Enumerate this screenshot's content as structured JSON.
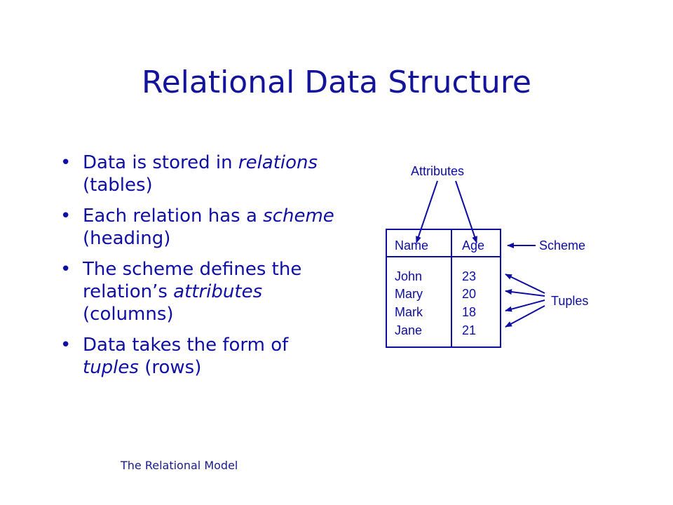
{
  "slide": {
    "title": "Relational Data Structure",
    "footer": "The Relational Model"
  },
  "bullets": [
    {
      "before": "Data is stored in ",
      "em": "relations",
      "after": " (tables)"
    },
    {
      "before": "Each relation has a ",
      "em": "scheme",
      "after": " (heading)"
    },
    {
      "before": "The scheme defines the relation’s ",
      "em": "attributes",
      "after": " (columns)"
    },
    {
      "before": "Data takes the form of ",
      "em": "tuples",
      "after": " (rows)"
    }
  ],
  "diagram": {
    "label_attributes": "Attributes",
    "label_scheme": "Scheme",
    "label_tuples": "Tuples",
    "headers": [
      "Name",
      "Age"
    ],
    "rows": [
      [
        "John",
        "23"
      ],
      [
        "Mary",
        "20"
      ],
      [
        "Mark",
        "18"
      ],
      [
        "Jane",
        "21"
      ]
    ]
  },
  "colors": {
    "text": "#0d0da3",
    "background": "#ffffff"
  }
}
